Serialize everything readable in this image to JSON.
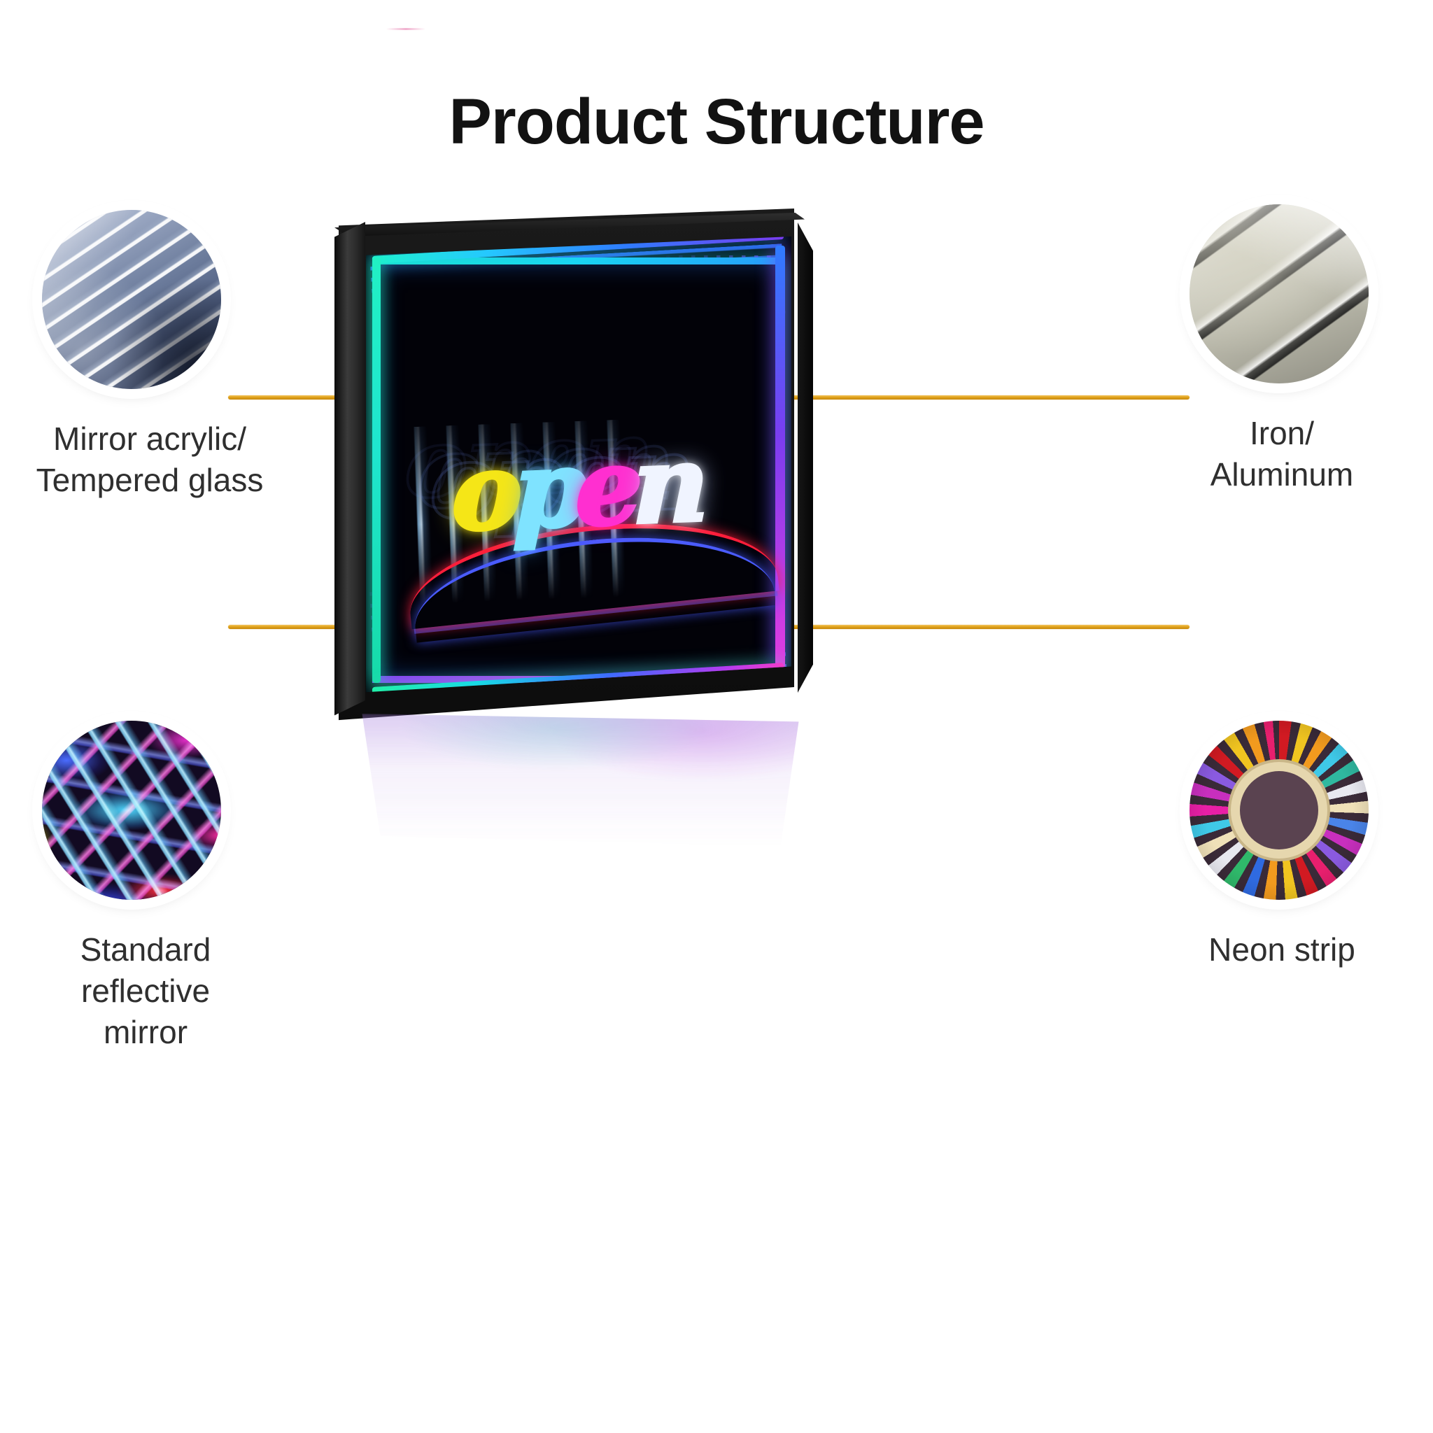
{
  "page": {
    "title": "Product Structure",
    "background_color": "#ffffff",
    "title_color": "#121212",
    "connector_color": "#e0a31d"
  },
  "product": {
    "name": "infinity-mirror-neon-open-sign",
    "sign_text": "open",
    "frame_color": "#121212",
    "letters": [
      {
        "char": "o",
        "color": "#f5e617"
      },
      {
        "char": "p",
        "color": "#7fe3ff"
      },
      {
        "char": "e",
        "color": "#ff2fd0"
      },
      {
        "char": "n",
        "color": "#f0f4ff"
      }
    ]
  },
  "callouts": [
    {
      "id": "acrylic",
      "label": "Mirror acrylic/\nTempered glass",
      "thumbnail": "acrylic-sheets-thumbnail",
      "position": "top-left"
    },
    {
      "id": "metal",
      "label": "Iron/\nAluminum",
      "thumbnail": "metal-sheets-thumbnail",
      "position": "top-right"
    },
    {
      "id": "mirror",
      "label": "Standard reflective\nmirror",
      "thumbnail": "reflective-mirror-thumbnail",
      "position": "bottom-left"
    },
    {
      "id": "neon",
      "label": "Neon strip",
      "thumbnail": "neon-strip-wheel-thumbnail",
      "position": "bottom-right"
    }
  ]
}
